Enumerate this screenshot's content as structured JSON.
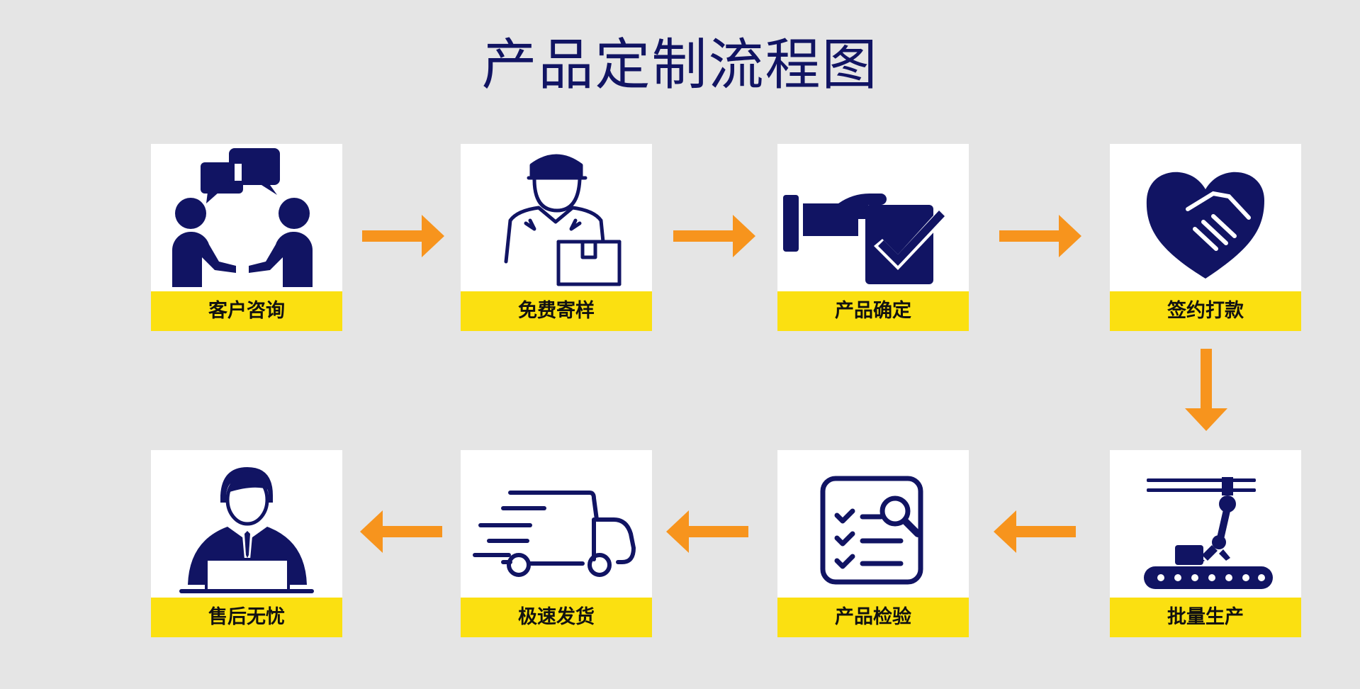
{
  "title": "产品定制流程图",
  "colors": {
    "background": "#e5e5e5",
    "icon": "#111463",
    "label_bg": "#fbe011",
    "arrow": "#f7941d"
  },
  "steps": [
    {
      "label": "客户咨询",
      "icon": "consultation-icon"
    },
    {
      "label": "免费寄样",
      "icon": "courier-icon"
    },
    {
      "label": "产品确定",
      "icon": "hand-checkbox-icon"
    },
    {
      "label": "签约打款",
      "icon": "handshake-heart-icon"
    },
    {
      "label": "批量生产",
      "icon": "robot-arm-conveyor-icon"
    },
    {
      "label": "产品检验",
      "icon": "inspection-checklist-icon"
    },
    {
      "label": "极速发货",
      "icon": "fast-truck-icon"
    },
    {
      "label": "售后无忧",
      "icon": "support-agent-icon"
    }
  ]
}
